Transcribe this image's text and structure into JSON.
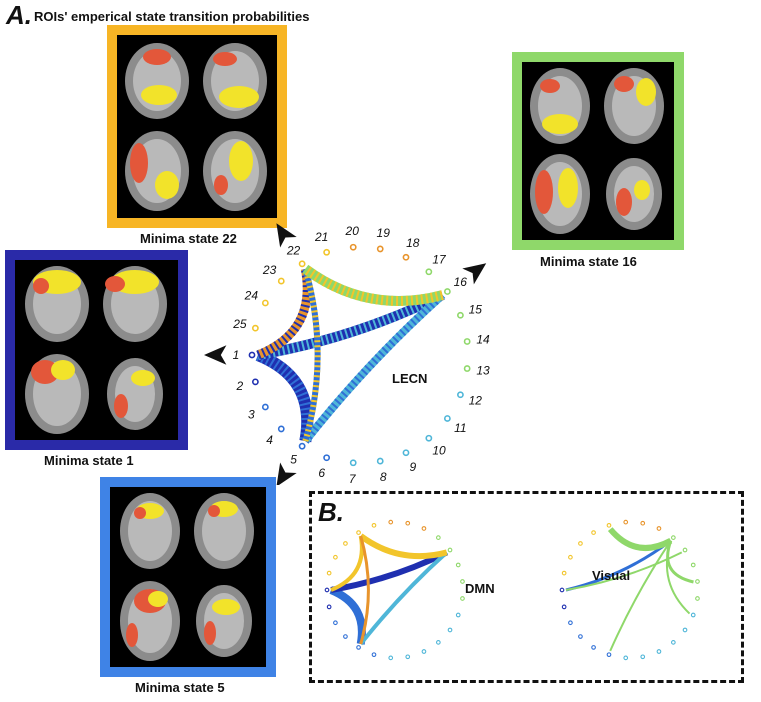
{
  "panel_a": {
    "letter": "A.",
    "title": "ROIs' emperical state transition probabilities"
  },
  "panel_b": {
    "letter": "B."
  },
  "states": [
    {
      "caption": "Minima state 22",
      "frame_color": "#f7b525"
    },
    {
      "caption": "Minima state 16",
      "frame_color": "#8fd86a"
    },
    {
      "caption": "Minima state 1",
      "frame_color": "#2a2aa8"
    },
    {
      "caption": "Minima state 5",
      "frame_color": "#3f83e6"
    }
  ],
  "main_circle": {
    "label": "LECN",
    "nodes": [
      "1",
      "2",
      "3",
      "4",
      "5",
      "6",
      "7",
      "8",
      "9",
      "10",
      "11",
      "12",
      "13",
      "14",
      "15",
      "16",
      "17",
      "18",
      "19",
      "20",
      "21",
      "22",
      "23",
      "24",
      "25"
    ]
  },
  "small_circles": [
    {
      "label": "DMN"
    },
    {
      "label": "Visual"
    }
  ],
  "colors": {
    "blue_dark": "#1f2fb0",
    "blue_mid": "#2f6fd6",
    "cyan": "#4fb6d8",
    "green": "#8fd86a",
    "yellow": "#f2c52b",
    "orange": "#e8942c"
  }
}
